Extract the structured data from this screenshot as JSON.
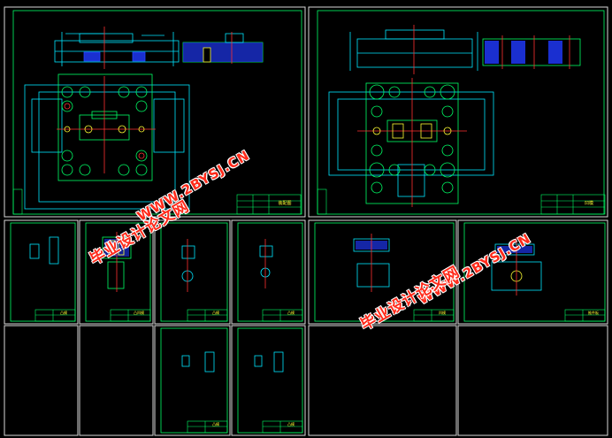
{
  "viewer": {
    "background": "#000000"
  },
  "colors": {
    "frame": "#e6e6e6",
    "green": "#00ff66",
    "cyan": "#00e5ff",
    "yellow": "#ffff33",
    "red": "#ff3030",
    "blue": "#2244ff",
    "watermark": "#ff2a1a"
  },
  "title_blocks": {
    "main_left": "装配图",
    "main_right": "凹模",
    "small_1": "凸模",
    "small_2": "凸凹模",
    "small_3": "凸模",
    "small_4": "凸模",
    "small_5": "凹模",
    "small_6": "推件板",
    "small_7": "凸模",
    "small_8": "凸模"
  },
  "watermark": {
    "cn_text": "毕业设计论文网",
    "url_text": "WWW.2BYSJ.CN"
  }
}
